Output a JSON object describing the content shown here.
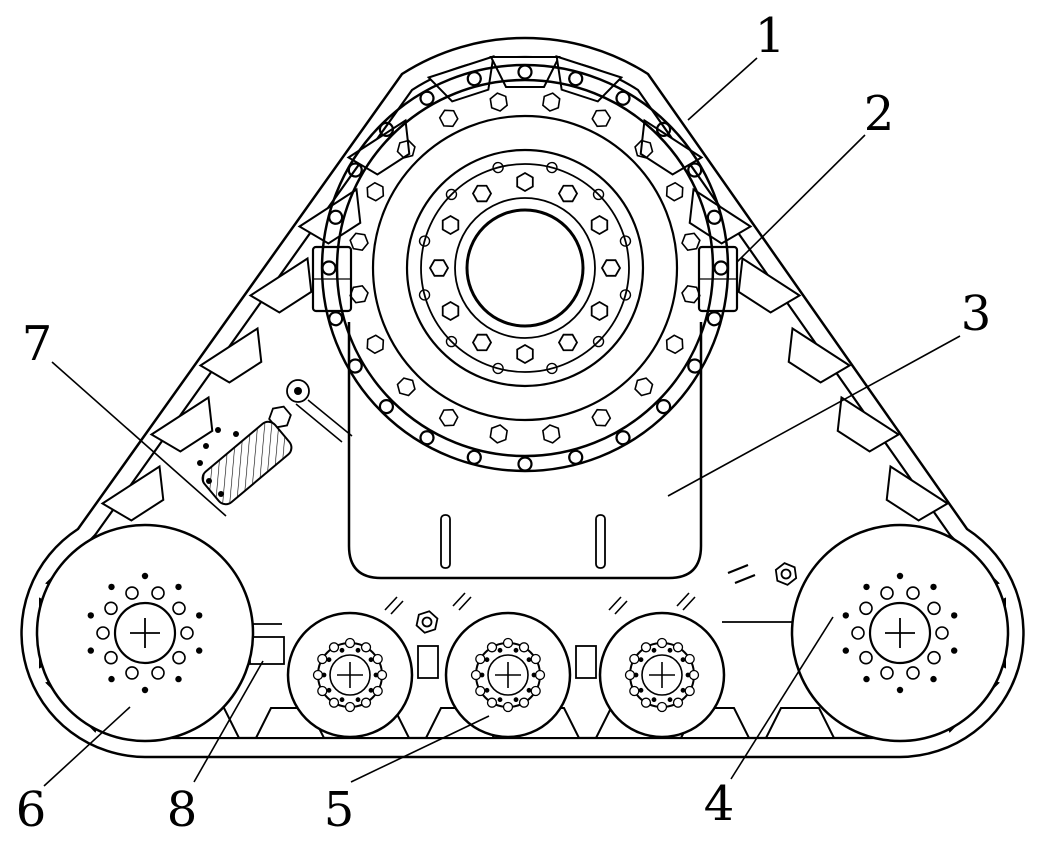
{
  "drawing": {
    "background_color": "#ffffff",
    "line_color": "#000000"
  },
  "part_labels": [
    {
      "ref": "1"
    },
    {
      "ref": "2"
    },
    {
      "ref": "3"
    },
    {
      "ref": "4"
    },
    {
      "ref": "5"
    },
    {
      "ref": "6"
    },
    {
      "ref": "7"
    },
    {
      "ref": "8"
    }
  ]
}
